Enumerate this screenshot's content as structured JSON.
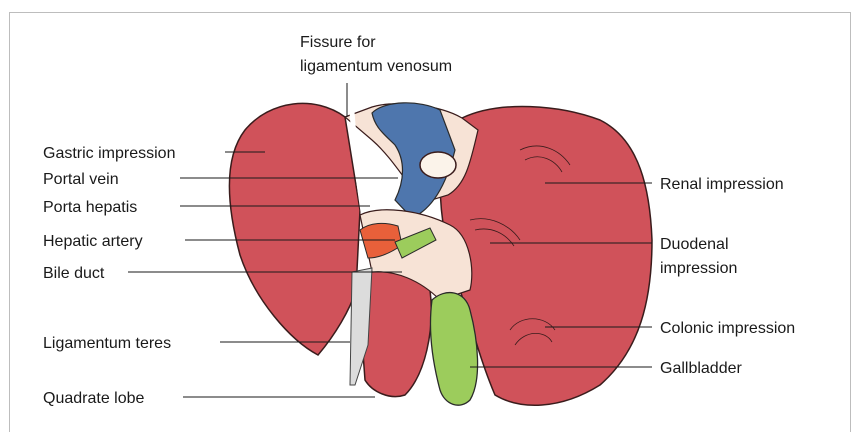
{
  "labels": {
    "fissure_line1": "Fissure for",
    "fissure_line2": "ligamentum venosum",
    "gastric": "Gastric impression",
    "portal_vein": "Portal vein",
    "porta_hepatis": "Porta hepatis",
    "hepatic_artery": "Hepatic artery",
    "bile_duct": "Bile duct",
    "ligamentum_teres": "Ligamentum teres",
    "quadrate_lobe": "Quadrate lobe",
    "renal": "Renal impression",
    "duodenal_line1": "Duodenal",
    "duodenal_line2": "impression",
    "colonic": "Colonic impression",
    "gallbladder": "Gallbladder"
  },
  "colors": {
    "liver": "#d0525a",
    "liver_outline": "#3a1c1c",
    "vena_cava": "#f7e3d6",
    "portal_vein": "#4e76ad",
    "hepatic_artery": "#e8603a",
    "gallbladder": "#9ccc5c",
    "bile_duct": "#9ccc5c",
    "ligamentum_teres": "#dcdcdc"
  }
}
